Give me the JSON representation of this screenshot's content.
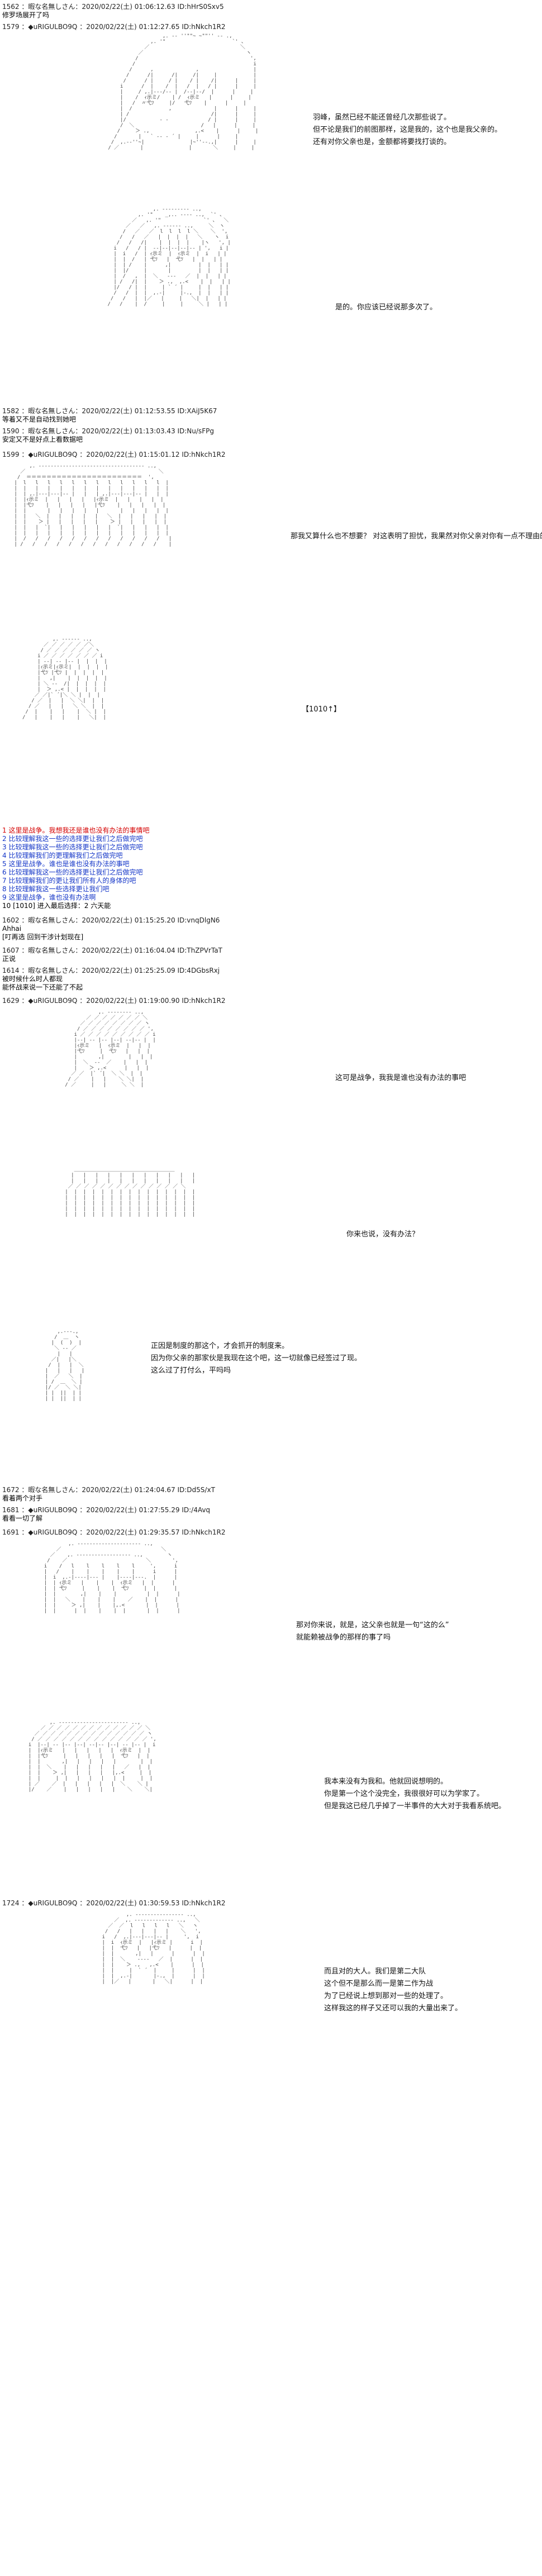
{
  "posts": {
    "p1": {
      "header": "1562 ：暇な名無しさん：2020/02/22(土) 01:06:12.63 ID:hHrS0Sxv5",
      "text": "修罗场展开了吗"
    },
    "p2": {
      "header": "1579 ：◆uRIGULBO9Q ：2020/02/22(土) 01:12:27.65 ID:hNkch1R2"
    },
    "p3": {
      "header": "1582 ：暇な名無しさん：2020/02/22(土) 01:12:53.55 ID:XAiJ5K67",
      "text": "等着又不是自动找到她吧"
    },
    "p4": {
      "header": "1590 ：暇な名無しさん：2020/02/22(土) 01:13:03.43 ID:Nu/sFPg",
      "text": "安定又不是好点上看数据吧"
    },
    "p5": {
      "header": "1599 ：◆uRIGULBO9Q ：2020/02/22(土) 01:15:01.12 ID:hNkch1R2"
    },
    "p6": {
      "header": "1602 ：暇な名無しさん：2020/02/22(土) 01:15:25.20 ID:vnqDlgN6",
      "text": "Ahhai",
      "text2": "[叮再选 回到干涉计划现在]"
    },
    "p7": {
      "header": "1607 ：暇な名無しさん：2020/02/22(土) 01:16:04.04 ID:ThZPVrTaT",
      "text": "正说"
    },
    "p8": {
      "header": "1614 ：暇な名無しさん：2020/02/22(土) 01:25:25.09 ID:4DGbsRxj",
      "text": "被时候什么时人都现",
      "text2": "能怀战来说一下还能了不起"
    },
    "p9": {
      "header": "1629 ：◆uRIGULBO9Q ：2020/02/22(土) 01:19:00.90 ID:hNkch1R2"
    },
    "p10": {
      "header": "1672 ：暇な名無しさん：2020/02/22(土) 01:24:04.67 ID:Dd5S/xT",
      "text": "看着两个对手"
    },
    "p11": {
      "header": "1681 ：◆uRIGULBO9Q ：2020/02/22(土) 01:27:55.29 ID:/4Avq",
      "text": "看看一切了解"
    },
    "p12": {
      "header": "1691 ：◆uRIGULBO9Q ：2020/02/22(土) 01:29:35.57 ID:hNkch1R2"
    },
    "p13": {
      "header": "1724 ：◆uRIGULBO9Q ：2020/02/22(土) 01:30:59.53 ID:hNkch1R2"
    }
  },
  "speech": {
    "s1": [
      "羽峰，虽然已经不能还曾经几次那些说了。",
      "但不论是我们的前图那样，这是我的，这个也是我父亲的。",
      "还有对你父亲也是，金额都将要找打谈的。"
    ],
    "s2": [
      "是的。你应该已经说那多次了。"
    ],
    "s3": [
      "那我又算什么也不想要？ 对这表明了担忧，我果然对你父亲对你有一点不理由的！"
    ],
    "s4": [
      "【1010↑】"
    ],
    "s5": [
      "这可是战争，我我是谁也没有办法的事吧"
    ],
    "s6": [
      "你来也说，没有办法？"
    ],
    "s7": [
      "正因是制度的那这个，才会抓开的制度来。",
      "因为你父亲的那家伙是我现在这个吧，这一切就像已经签过了现。",
      "这么过了打付么，平吗吗"
    ],
    "s8": [
      "那对你来说，就是，这父亲也就是一句“这的么”",
      "就能赖被战争的那样的事了吗"
    ],
    "s9": [
      "我本来没有为我和。他就回说想明的。",
      "你是第一个这个没完全，我很很好可以为学家了。",
      "但是我这已经几乎掉了一半事件的大大对于我看系统吧。"
    ],
    "s10": [
      "而且对的大人。我们是第二大队",
      "这个但不是那么而一是第二作为战",
      "为了已经说上想到那对一些的处理了。",
      "这样我这的样子又还可以我的大量出来了。"
    ]
  },
  "list": {
    "items": [
      "1 这里是战争。我想我还是谁也没有办法的事情吧",
      "2 比较理解我这一些的选择更让我们之后做完吧",
      "3 比较理解我这一些的选择更让我们之后做完吧",
      "4 比较理解我们的更理解我们之后做完吧",
      "5 这里是战争。谁也是谁也没有办法的事吧",
      "6 比较理解我这一些的选择更让我们之后做完吧",
      "7 比较理解我们的更让我们所有人的身体的吧",
      "8 比较理解我这一些选择更让我们吧",
      "9 这里是战争，谁也没有办法啊",
      "10 [1010] 进入最后选择：2 六天能"
    ]
  },
  "aa": {
    "a1": "                          ,. -‐ ''\"\"~ ~\"\"'' ‐- ., \n                      ,. '\"                      `' 、\n                    ／                              ＼\n                  ／                                  ヽ\n                 /                                     ',\n                /                                       i\n               /      ,              ,                  |\n              /      /|      /|     /|     |            |\n             /      / |     / |    / |    /|      |     |\n            i      /  |    /  |   /  |   / |      |     |\n            |     / ,.|‐‐-/‐- |  /‐-|‐-/  |      |     |\n            |    /  ｨ示ミ/    | /  ｨ示ミ   |      |     |\n            |   /  〃弋ﾂ     |/   弋ﾂ    |      |     |\n            |  /            ,              |      |     |\n            | /                           /|      |     |\n            |/           ‐ -             / |      |     |\n            /  ＼                      /   |      |     |\n           /     ＞ .,               ,.<    |      |     |\n          /       |   ` ‐- ‐ ´ |     |      |     |\n         /  ,.-‐''~|               |~''‐-.,|      |     |\n        / ／       |               |       ＼     |     |",
    "a2": "                     ,. -‐‐‐‐‐‐-- ..,\n                ,. '\"    _,.. -‐-- ..,  `' 、\n              ／   ,. '\"              `' 、  ＼\n            ／   ／   ,. -‐‐‐‐- ..,     ＼  ヽ\n           /   ／   ／  l  l  l  l ＼    ＼  ',\n          /   /   ／   |  |  |  |   ＼    ヽ  i\n         /   /   /|    |  |  |  |    |ヽ   ', |\n        i   /   / |  ‐-|-‐|‐-|-‐|‐- | ',   i |\n        |  i   /  | ｨ示ミ  |  ｨ示ミ  |  i   | |\n        |  |  /   | 弋ﾂ   |  弋ﾂ   |  |   | |\n        |  | /    |      ,|         |  |   | |\n        |  |/     |       |         |  |   | |\n        |  /   ,  |  ＼   ‐‐‐   ／  |  |   | |\n        | /   /|  |    ＞ .,  ,.<    |  |   | |\n        |/   / |  |     | ` ´ |     |  |   | |\n        /   /  |  |  ,.-|     |-.,  |  |   | |\n       /   /   |  |／   |     |   ＼|  |   | |\n      /   /    |  /     |     |     ＼ |   | |",
    "a3": "      ,. -‐‐‐‐‐‐‐‐‐‐‐‐‐‐‐‐‐‐‐‐‐‐‐‐‐‐‐‐‐‐‐‐‐- ..,\n   ／                                            ＼\n  /  ＝＝＝＝＝＝＝＝＝＝＝＝＝＝＝＝＝＝＝＝＝＝＝  ',\n |  l   l   l   l   l   l   l   l   l   l   l   l  |\n |  |   |   |   |   |   |   |   |   |   |   |   |  |\n |  | ,.|‐‐-|-‐‐|‐- |   |   | ,.|‐‐-|-‐‐|‐- |   |  |\n |  |ｨ示ミ  |   |   |   |   |ｨ示ミ  |   |   |   |  |\n |  |弋ﾂ    |   |   |   |   |弋ﾂ    |   |   |   |  |\n |  |       |   |   |   |   |       |   |   |   |  |\n |  |   ＼  |   |   |   |   |   ＼  |   |   |   |  |\n |  |    ＞ |   |   |   |   |    ＞ |   |   |   |  |\n |  |   |  `|   |   |   |   |   |  `|   |   |   |  |\n |  |   |   |   |   |   |   |   |   |   |   |   |  |\n |  /   /   /   /   /   /   /   /   /   /   /   /   |\n | /   /   /   /   /   /   /   /   /   /   /   /    |",
    "a4": "          ,. -‐‐‐‐‐ ..,\n       ／ ／ ／ ／ ／ ／＼\n      / ／ ／ ／ ／ ／ ／ ヽ\n     i ／ ／ ／ ／ ／ ／ ／ i\n     | ‐-| -‐ |‐- |  |  |  |\n     |ｨ示ミ|ｨ示ミ|  |  |  |  |\n     |弋ﾂ |弋ﾂ |  |  |  |  |\n     |   ,|    |  |  |  |  |\n     | ＼ ‐‐  /|  |  |  |  |\n     |  ＞ ,.< |  |  |  |  |\n    ／ ／|` ´|＼ ＼ |  |  |\n   / ／  |   |  ＼ ＼|  |  |\n  / ／   |   |   ＼ ＼  |  |\n /  |    |   |    |  ＼ |  |\n/   |    |   |    |   ＼|  |",
    "a5": "              ,. -‐‐‐‐‐‐- ..,\n          ／ ／ ／ ／ ／ ／ ／ ＼\n        ／ ／ ／ ／ ／ ／ ／ ／ ヽ\n       / ／ ／ ／ ／ ／ ／ ／ ／ ',\n      i ／ ／ ／ ／ ／ ／ ／ ／ ／ i\n      |‐-| -‐ |‐- |‐-| -‐|‐- |  |\n      |ｨ示ミ   |  ｨ示ミ  |   |  |\n      |弋ﾂ     |  弋ﾂ   |   |  |\n      |       ,|        |   |  |\n      |  ＼  ‐‐  ／    |   |  |\n      |    ＞ ,.<      |   |  |\n     ／ ／  |` ´|  ＼ ＼  |  |\n    / ／    |   |    ＼ ＼|  |\n   / ／     |   |     ＼ ＼  |",
    "a6": "      ＿＿＿＿＿＿＿＿＿＿＿＿＿＿＿＿＿＿＿＿\n     |   |   |   |   |   |   |   |   |   |   |\n     |   |   |   |   |   |   |   |   |   |   |\n    ／ ／ ／ ／ ／ ／ ／ ／ ／ ／ ／ ／ ／ ／ ＼\n   |  |  |  |  |  |  |  |  |  |  |  |  |  |  |\n   |  |  |  |  |  |  |  |  |  |  |  |  |  |  |\n   |  |  |  |  |  |  |  |  |  |  |  |  |  |  |\n   |  |  |  |  |  |  |  |  |  |  |  |  |  |  |\n   |  |  |  |  |  |  |  |  |  |  |  |  |  |  |",
    "a7": "      ,.-‐-.,\n     /  ＿  ヽ\n    |  (  )  |\n     ＼ ‐‐ ／\n      |   |\n    ／|   |＼\n   /  |   |  ＼\n  |   |   |   |\n  |  ／   ＼  |\n  | /  ＿  ＼ |\n  |/ ／  ＼ ＼|\n  | |  ||  | |\n  | |  ||  | |",
    "a8": "                 ,. -‐‐‐‐‐‐‐‐‐‐‐‐‐‐‐‐‐‐‐- ..,\n             ／                                 ＼\n           ／    ,. -‐‐‐‐‐‐‐‐‐‐‐‐‐‐‐‐- ..,        ヽ\n          /    ／                          ＼       ',\n         i    /   l    l    l    l    l     ',      i\n         |   /    |    |    |    |    |      i      |\n         |  i  ,.‐|‐‐-‐|-‐- |    |‐‐-‐|-‐-.  |      |\n         |  | ｨ示ミ   |    |    |  ｨ示ミ   |  |      |\n         |  | 弋ﾂ     |    |    |  弋ﾂ     |  |      |\n         |  |        ,|    |    |          |  |      |\n         |  |   ＼    |    |    |    ／    |  |      |\n         |  |     ＞ ,|    |    |,.<       |  |      |\n         |  |      |  |    |    |  |       |  |      |",
    "a9": "         ,. -‐‐‐‐‐‐‐‐‐‐‐‐‐‐‐‐‐‐‐‐‐- ..,\n      ／ ／ ／ ／ ／ ／ ／ ／ ／ ／ ／ ／ ／ ＼\n    ／ ／ ／ ／ ／ ／ ／ ／ ／ ／ ／ ／ ／ ／ ヽ\n   / ／ ／ ／ ／ ／ ／ ／ ／ ／ ／ ／ ／ ／ ／ ',\n  i  |‐-| -‐ |‐- |‐-| -‐|‐- |‐-| -‐ |‐- |  i\n  |  |ｨ示ミ   |   |   |   |   |  ｨ示ミ  |  |\n  |  |弋ﾂ     |   |   |   |   |  弋ﾂ   |  |\n  |  |       ,|   |   |   |   |        |  |\n  |  |  ＼    |   |   |   |   |   ／   |  |\n  |  |    ＞ ,|   |   |   |   |,.<     |  |\n  |  |     |  |   |   |   |   |  |     |  |\n  | ／    ／  |   |   |   |   |  ＼    ＼ |\n  |/    ／    |   |   |   |   |    ＼    ＼|",
    "a10": "              ,. -‐‐‐‐‐‐‐‐‐‐‐‐‐‐- ..,\n          ／  ,. -‐‐‐‐‐‐‐‐‐‐‐- ..,   ＼\n        ／  ／  l   l   l   l   ＼   ヽ\n       /   /   |   |   |   |    ＼   ',\n      i   /  ,.|‐‐-|-‐‐|‐- |     ',  i\n      |  i  ｨ示ミ  |   |ｨ示ミ |      i  |\n      |  |  弋ﾂ   |   |弋ﾂ   |      |  |\n      |  |       ,|   |      |      |  |\n      |  |  ＼    ‐‐‐‐   ／  |      |  |\n      |  |    ＞ .,   ,.<    |      |  |\n      |  |     |  ` ´  |     |      |  |\n      |  |  ,.-|       |-.,  |      |  |\n      |  |／   |       |   ＼|      |  |"
  }
}
